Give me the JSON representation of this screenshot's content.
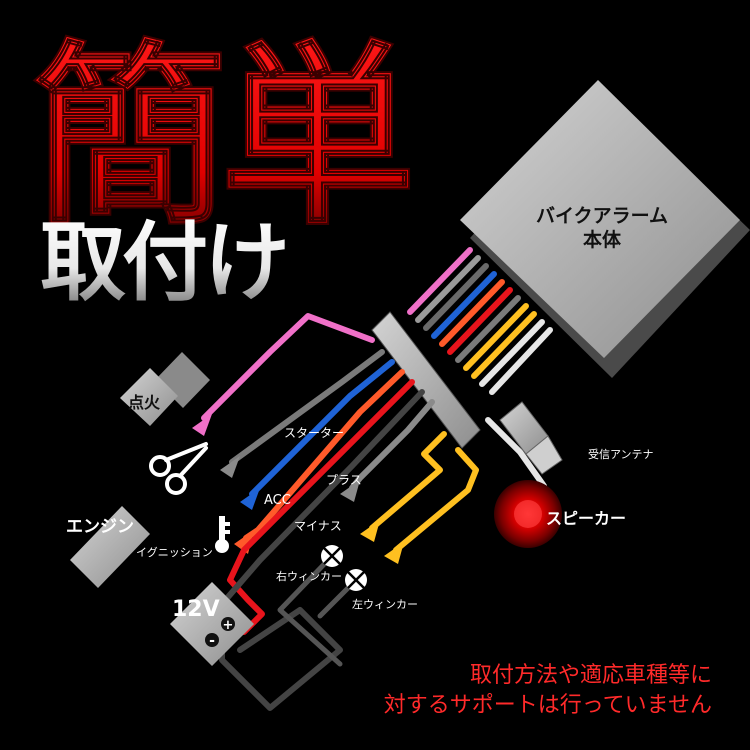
{
  "headline": {
    "main": "簡単",
    "sub": "取付け"
  },
  "unit": {
    "line1": "バイクアラーム",
    "line2": "本体"
  },
  "wires": {
    "starter": "スターター",
    "acc": "ACC",
    "plus": "プラス",
    "minus": "マイナス",
    "right_winker": "右ウィンカー",
    "left_winker": "左ウィンカー",
    "antenna": "受信アンテナ",
    "speaker": "スピーカー"
  },
  "parts": {
    "ignition_label": "点火",
    "engine_label": "エンジン",
    "ignition_key_label": "イグニッション",
    "battery_label": "12V",
    "battery_plus": "+",
    "battery_minus": "-"
  },
  "notice": {
    "line1": "取付方法や適応車種等に",
    "line2": "対するサポートは行っていません"
  },
  "colors": {
    "background": "#000000",
    "headline_red": "#e00000",
    "notice_red": "#ff2a2a",
    "wire_pink": "#f070c8",
    "wire_gray": "#8a8a8a",
    "wire_blue": "#1f63d6",
    "wire_orange": "#ff5a2a",
    "wire_red": "#e8141c",
    "wire_yellow": "#ffc020",
    "wire_white": "#e6e6e6"
  }
}
